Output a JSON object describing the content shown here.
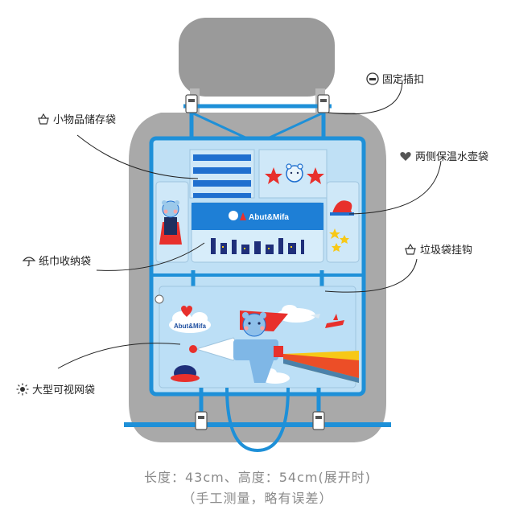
{
  "labels": {
    "fixing_buckle": "固定插扣",
    "small_items_pocket": "小物品储存袋",
    "bottle_pockets": "两侧保温水壶袋",
    "tissue_pocket": "纸巾收纳袋",
    "trash_hook": "垃圾袋挂钩",
    "mesh_pocket": "大型可视网袋"
  },
  "brand": {
    "main_pocket_logo": "Abut&Mifa",
    "lower_pocket_logo": "Abut&Mifa"
  },
  "dimensions": {
    "line1": "长度：43cm、高度：54cm(展开时)",
    "line2": "（手工测量，略有误差）"
  },
  "colors": {
    "seat_gray": "#a9a9a9",
    "headrest_gray": "#9a9a9a",
    "organizer_blue": "#bfe0f5",
    "trim_blue": "#1e90d8",
    "stripe_blue": "#1f6fcf",
    "accent_red": "#e8302c",
    "accent_yellow": "#f7c817"
  }
}
